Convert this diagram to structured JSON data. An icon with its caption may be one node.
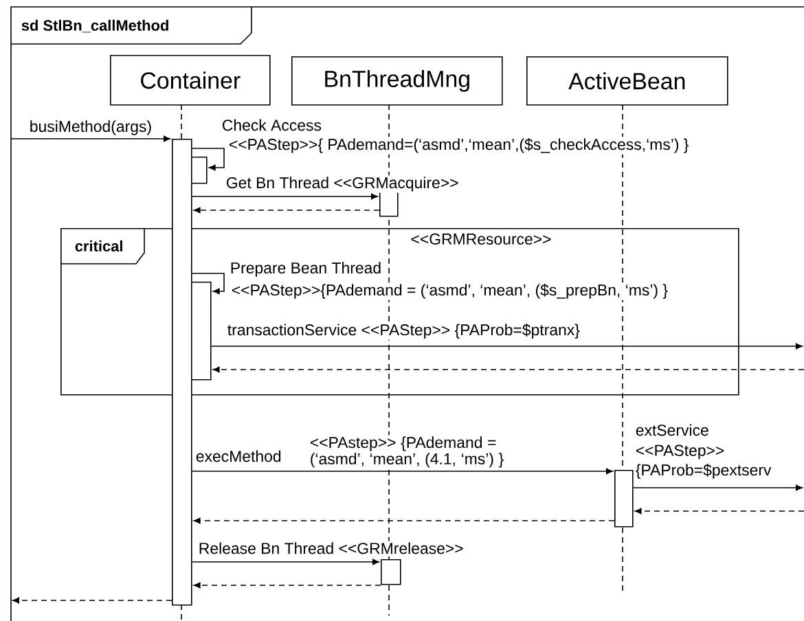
{
  "diagram": {
    "nodes": [
      {
        "text": [
          "sd StlBn_callMethod"
        ]
      },
      {
        "text": [
          "Container"
        ],
        "in": 0
      },
      {
        "text": [
          "BnThreadMng"
        ],
        "in": 0
      },
      {
        "text": [
          "ActiveBean"
        ],
        "in": 0
      },
      {
        "text": [],
        "shape": "bar",
        "in": 0
      },
      {
        "text": [],
        "shape": "bar",
        "in": 0
      },
      {
        "text": [],
        "shape": "bar",
        "in": 0
      },
      {
        "text": [
          "critical",
          "<<GRMResource>>"
        ],
        "in": 0
      },
      {
        "text": [],
        "shape": "bar",
        "in": 7
      },
      {
        "text": [],
        "shape": "bar",
        "in": 0
      },
      {
        "text": [],
        "shape": "bar",
        "in": 0
      }
    ],
    "edges": [
      {
        "from": null,
        "to": 4,
        "arrow": "to",
        "label": "busiMethod(args)"
      },
      {
        "from": 4,
        "to": 5,
        "arrow": "to",
        "label": "Check Access"
      },
      {
        "from": 4,
        "to": 6,
        "arrow": "to",
        "label": "Get Bn Thread <<GRMacquire>>"
      },
      {
        "from": 6,
        "to": 4,
        "arrow": "to",
        "style": "dashed"
      },
      {
        "from": 4,
        "to": 8,
        "arrow": "to",
        "label": "Prepare Bean Thread"
      },
      {
        "from": 8,
        "to": null,
        "arrow": "to",
        "label": "transactionService <<PAStep>> {PAProb=$ptranx}"
      },
      {
        "from": null,
        "to": 8,
        "arrow": "to",
        "style": "dashed"
      },
      {
        "from": 4,
        "to": 9,
        "arrow": "to",
        "label": "execMethod"
      },
      {
        "from": 9,
        "to": null,
        "arrow": "to",
        "label": "extService"
      },
      {
        "from": null,
        "to": 9,
        "arrow": "to",
        "style": "dashed"
      },
      {
        "from": 9,
        "to": 4,
        "arrow": "to",
        "style": "dashed"
      },
      {
        "from": 4,
        "to": 10,
        "arrow": "to",
        "label": "Release Bn Thread <<GRMrelease>>"
      },
      {
        "from": 10,
        "to": 4,
        "arrow": "to",
        "style": "dashed"
      },
      {
        "from": 4,
        "to": null,
        "arrow": "to",
        "style": "dashed"
      }
    ],
    "labels": [
      "<<PAStep>>{ PAdemand=(‘asmd’,‘mean’,($s_checkAccess,‘ms’) }",
      "<<PAStep>>{PAdemand = (‘asmd’, ‘mean’, ($s_prepBn, ‘ms’) }",
      "<<PAstep>> {PAdemand = (‘asmd’, ‘mean’, (4.1, ‘ms’) }",
      "<<PAStep>>",
      "{PAProb=$pextserv"
    ]
  }
}
